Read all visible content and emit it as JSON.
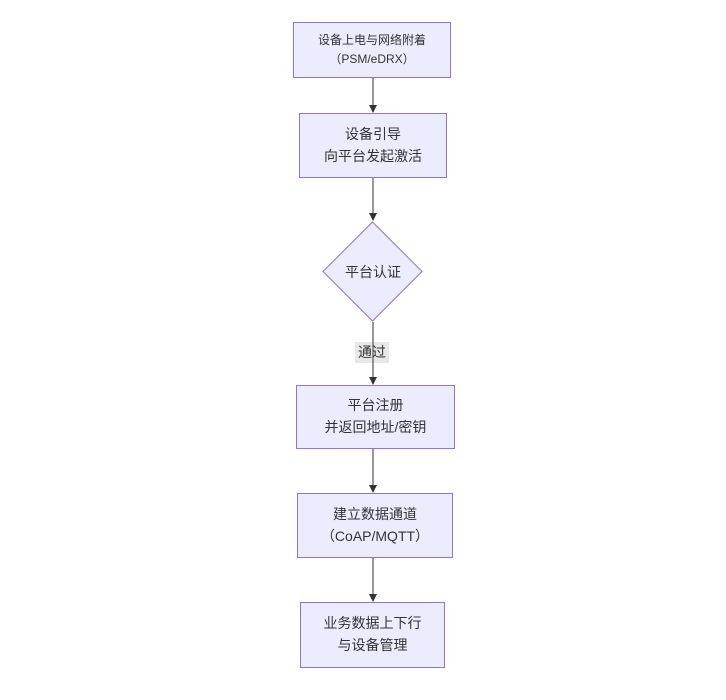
{
  "diagram": {
    "type": "flowchart",
    "direction": "top-down",
    "background": "#ffffff",
    "colors": {
      "node_fill": "#ECECFF",
      "node_border": "#9370DB",
      "arrow": "#333333",
      "edge_label_bg": "#e8e8e8",
      "text": "#333333"
    },
    "nodes": [
      {
        "id": "power-network-attach",
        "type": "process",
        "line1": "设备上电与网络附着",
        "line2": "（PSM/eDRX）"
      },
      {
        "id": "device-bootstrap",
        "type": "process",
        "line1": "设备引导",
        "line2": "向平台发起激活"
      },
      {
        "id": "platform-auth",
        "type": "decision",
        "line1": "平台认证"
      },
      {
        "id": "platform-register",
        "type": "process",
        "line1": "平台注册",
        "line2": "并返回地址/密钥"
      },
      {
        "id": "data-channel",
        "type": "process",
        "line1": "建立数据通道",
        "line2": "（CoAP/MQTT）"
      },
      {
        "id": "business-data",
        "type": "process",
        "line1": "业务数据上下行",
        "line2": "与设备管理"
      }
    ],
    "edges": [
      {
        "from": "power-network-attach",
        "to": "device-bootstrap",
        "label": ""
      },
      {
        "from": "device-bootstrap",
        "to": "platform-auth",
        "label": ""
      },
      {
        "from": "platform-auth",
        "to": "platform-register",
        "label": "通过"
      },
      {
        "from": "platform-register",
        "to": "data-channel",
        "label": ""
      },
      {
        "from": "data-channel",
        "to": "business-data",
        "label": ""
      }
    ]
  }
}
